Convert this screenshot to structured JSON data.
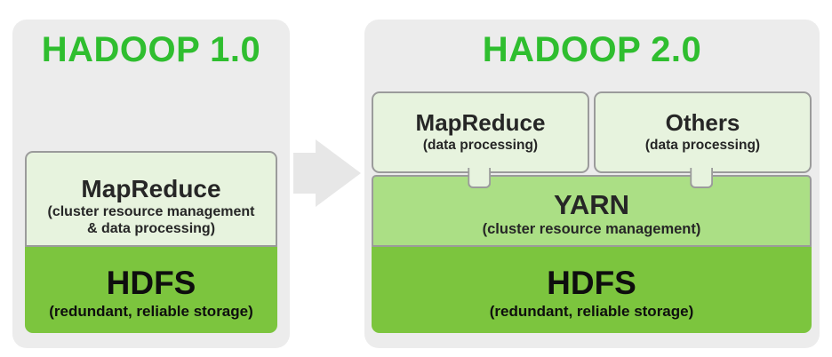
{
  "colors": {
    "panel_bg": "#ececec",
    "title_green": "#2fbe2f",
    "light_green": "#e7f3de",
    "yarn_green": "#abdf85",
    "hdfs_green": "#7cc53e",
    "box_border": "#9b9b9b",
    "arrow_gray": "#e7e7e7"
  },
  "left_panel": {
    "title": "HADOOP 1.0",
    "mapreduce": {
      "heading": "MapReduce",
      "subtitle_line1": "(cluster resource management",
      "subtitle_line2": "& data processing)"
    },
    "hdfs": {
      "heading": "HDFS",
      "subtitle": "(redundant, reliable storage)"
    }
  },
  "arrow": {
    "direction": "right"
  },
  "right_panel": {
    "title": "HADOOP 2.0",
    "bubbles": [
      {
        "heading": "MapReduce",
        "subtitle": "(data processing)"
      },
      {
        "heading": "Others",
        "subtitle": "(data processing)"
      }
    ],
    "yarn": {
      "heading": "YARN",
      "subtitle": "(cluster resource management)"
    },
    "hdfs": {
      "heading": "HDFS",
      "subtitle": "(redundant, reliable storage)"
    }
  }
}
